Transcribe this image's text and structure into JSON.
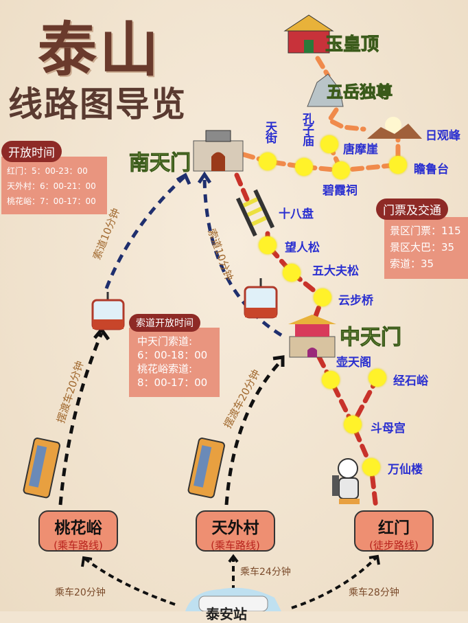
{
  "header": {
    "title": "泰山",
    "subtitle": "线路图导览"
  },
  "summit": {
    "jade_emperor": "玉皇顶",
    "wuyue": "五岳独尊",
    "riguan": "日观峰",
    "tianjie": "天街",
    "kongzi": "孔子庙",
    "tangmoya": "唐摩崖",
    "zhanlu": "瞻鲁台",
    "bixia": "碧霞祠",
    "nantianmen": "南天门"
  },
  "route": {
    "shibapan": "十八盘",
    "wangrensong": "望人松",
    "wudafusong": "五大夫松",
    "yunbuqiao": "云步桥",
    "zhongtianmen": "中天门",
    "hutiange": "壶天阁",
    "jingshiyu": "经石峪",
    "doumugong": "斗母宫",
    "wanxianlou": "万仙楼"
  },
  "open_hours": {
    "label": "开放时间",
    "rows": [
      "红门：5：00-23：00",
      "天外村：6：00-21：00",
      "桃花峪：7：00-17：00"
    ]
  },
  "tickets": {
    "label": "门票及交通",
    "rows": [
      "景区门票：115",
      "景区大巴：35",
      "索道：35"
    ]
  },
  "cableway_hours": {
    "label": "索道开放时间",
    "rows": [
      "中天门索道:",
      "6：00-18：00",
      "桃花峪索道:",
      "8：00-17：00"
    ]
  },
  "links": {
    "cable_left": "索道10分钟",
    "cable_right": "索道10分钟",
    "shuttle_left": "摆渡车20分钟",
    "shuttle_right": "摆渡车20分钟",
    "bus_left": "乘车20分钟",
    "bus_mid": "乘车24分钟",
    "bus_right": "乘车28分钟"
  },
  "gates": [
    {
      "name": "桃花峪",
      "sub": "(乘车路线)"
    },
    {
      "name": "天外村",
      "sub": "(乘车路线)"
    },
    {
      "name": "红门",
      "sub": "(徒步路线)"
    }
  ],
  "station": "泰安站",
  "colors": {
    "hiking_route": "#c8322a",
    "summit_route": "#f08a4b",
    "cableway": "#1f2f6e",
    "shuttle": "#111111"
  }
}
